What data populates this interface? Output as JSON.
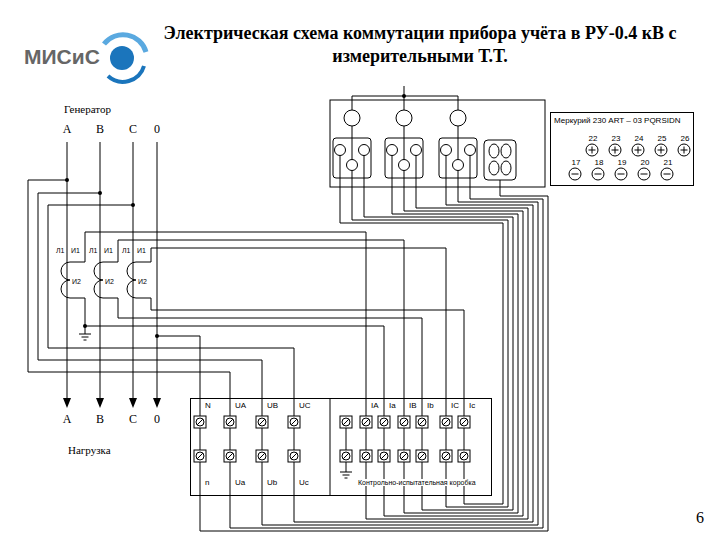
{
  "diagram": {
    "title": "Электрическая схема коммутации прибора учёта в РУ-0.4 кВ с измерительными Т.Т.",
    "nodes": [
      {
        "text": [
          "Меркурий 230 ART – 03 PQRSIDN",
          "22",
          "23",
          "24",
          "25",
          "26",
          "17",
          "18",
          "19",
          "20",
          "21"
        ]
      },
      {
        "text": [
          "N",
          "UA",
          "UB",
          "UC",
          "IA",
          "Ia",
          "IB",
          "Ib",
          "IC",
          "Ic",
          "n",
          "Ua",
          "Ub",
          "Uc",
          "Контрольно-испытательная коробка"
        ]
      }
    ],
    "labels": [
      "МИСиС",
      "Генератор",
      "A",
      "B",
      "C",
      "0",
      "Л1",
      "И1",
      "И2",
      "Л1",
      "И1",
      "И2",
      "Л1",
      "И1",
      "И2",
      "A",
      "B",
      "C",
      "0",
      "Нагрузка",
      "6"
    ]
  }
}
